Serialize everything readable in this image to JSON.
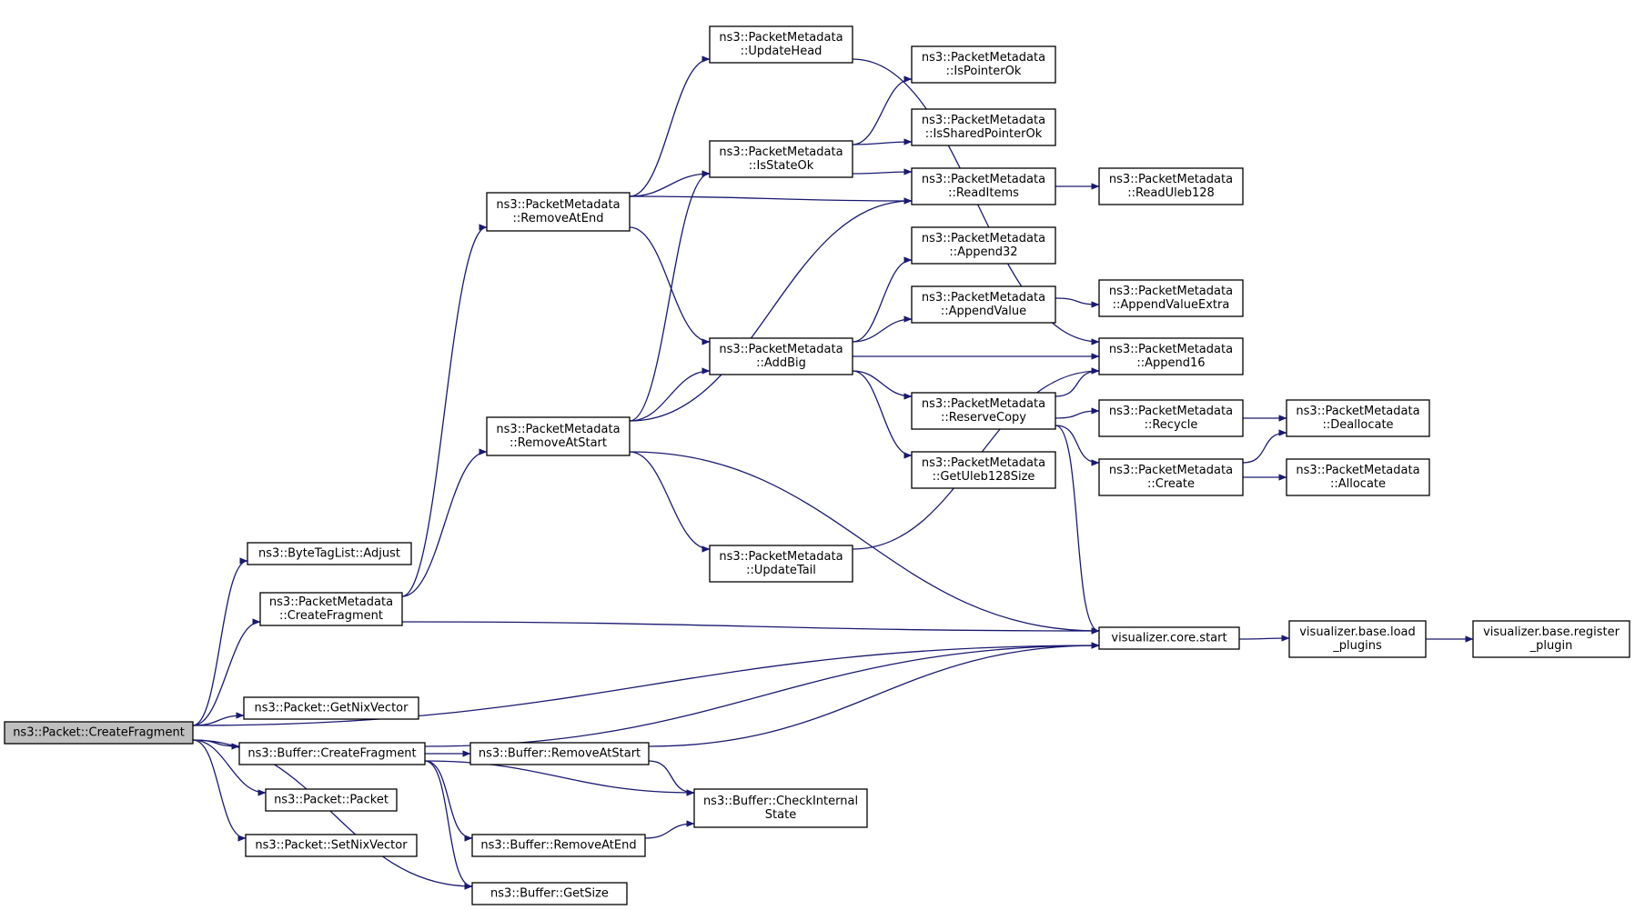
{
  "graph": {
    "edge_color": "#191970",
    "root_fill": "#bfbfbf",
    "nodes": [
      {
        "id": "root",
        "lines": [
          "ns3::Packet::CreateFragment"
        ],
        "root": true
      },
      {
        "id": "btl_adjust",
        "lines": [
          "ns3::ByteTagList::Adjust"
        ]
      },
      {
        "id": "pm_createfragment",
        "lines": [
          "ns3::PacketMetadata",
          "::CreateFragment"
        ]
      },
      {
        "id": "getnix",
        "lines": [
          "ns3::Packet::GetNixVector"
        ]
      },
      {
        "id": "buf_createfragment",
        "lines": [
          "ns3::Buffer::CreateFragment"
        ]
      },
      {
        "id": "packet_packet",
        "lines": [
          "ns3::Packet::Packet"
        ]
      },
      {
        "id": "setnix",
        "lines": [
          "ns3::Packet::SetNixVector"
        ]
      },
      {
        "id": "buf_getsize",
        "lines": [
          "ns3::Buffer::GetSize"
        ]
      },
      {
        "id": "pm_removeatend",
        "lines": [
          "ns3::PacketMetadata",
          "::RemoveAtEnd"
        ]
      },
      {
        "id": "pm_removeatstart",
        "lines": [
          "ns3::PacketMetadata",
          "::RemoveAtStart"
        ]
      },
      {
        "id": "buf_removeatstart",
        "lines": [
          "ns3::Buffer::RemoveAtStart"
        ]
      },
      {
        "id": "buf_removeatend",
        "lines": [
          "ns3::Buffer::RemoveAtEnd"
        ]
      },
      {
        "id": "pm_updatehead",
        "lines": [
          "ns3::PacketMetadata",
          "::UpdateHead"
        ]
      },
      {
        "id": "pm_isstateok",
        "lines": [
          "ns3::PacketMetadata",
          "::IsStateOk"
        ]
      },
      {
        "id": "pm_addbig",
        "lines": [
          "ns3::PacketMetadata",
          "::AddBig"
        ]
      },
      {
        "id": "pm_updatetail",
        "lines": [
          "ns3::PacketMetadata",
          "::UpdateTail"
        ]
      },
      {
        "id": "buf_checkinternal",
        "lines": [
          "ns3::Buffer::CheckInternal",
          "State"
        ]
      },
      {
        "id": "pm_ispointerok",
        "lines": [
          "ns3::PacketMetadata",
          "::IsPointerOk"
        ]
      },
      {
        "id": "pm_issharedpointerok",
        "lines": [
          "ns3::PacketMetadata",
          "::IsSharedPointerOk"
        ]
      },
      {
        "id": "pm_readitems",
        "lines": [
          "ns3::PacketMetadata",
          "::ReadItems"
        ]
      },
      {
        "id": "pm_append32",
        "lines": [
          "ns3::PacketMetadata",
          "::Append32"
        ]
      },
      {
        "id": "pm_appendvalue",
        "lines": [
          "ns3::PacketMetadata",
          "::AppendValue"
        ]
      },
      {
        "id": "pm_reservecopy",
        "lines": [
          "ns3::PacketMetadata",
          "::ReserveCopy"
        ]
      },
      {
        "id": "pm_getuleb128size",
        "lines": [
          "ns3::PacketMetadata",
          "::GetUleb128Size"
        ]
      },
      {
        "id": "pm_readuleb128",
        "lines": [
          "ns3::PacketMetadata",
          "::ReadUleb128"
        ]
      },
      {
        "id": "pm_appendvalueextra",
        "lines": [
          "ns3::PacketMetadata",
          "::AppendValueExtra"
        ]
      },
      {
        "id": "pm_append16",
        "lines": [
          "ns3::PacketMetadata",
          "::Append16"
        ]
      },
      {
        "id": "pm_recycle",
        "lines": [
          "ns3::PacketMetadata",
          "::Recycle"
        ]
      },
      {
        "id": "pm_create",
        "lines": [
          "ns3::PacketMetadata",
          "::Create"
        ]
      },
      {
        "id": "vis_core_start",
        "lines": [
          "visualizer.core.start"
        ]
      },
      {
        "id": "pm_deallocate",
        "lines": [
          "ns3::PacketMetadata",
          "::Deallocate"
        ]
      },
      {
        "id": "pm_allocate",
        "lines": [
          "ns3::PacketMetadata",
          "::Allocate"
        ]
      },
      {
        "id": "vis_load_plugins",
        "lines": [
          "visualizer.base.load",
          "_plugins"
        ]
      },
      {
        "id": "vis_register_plugin",
        "lines": [
          "visualizer.base.register",
          "_plugin"
        ]
      }
    ],
    "edges": [
      [
        "root",
        "btl_adjust"
      ],
      [
        "root",
        "pm_createfragment"
      ],
      [
        "root",
        "vis_core_start"
      ],
      [
        "root",
        "getnix"
      ],
      [
        "root",
        "buf_createfragment"
      ],
      [
        "root",
        "packet_packet"
      ],
      [
        "root",
        "setnix"
      ],
      [
        "root",
        "buf_getsize"
      ],
      [
        "pm_createfragment",
        "pm_removeatend"
      ],
      [
        "pm_createfragment",
        "pm_removeatstart"
      ],
      [
        "pm_createfragment",
        "vis_core_start"
      ],
      [
        "pm_removeatend",
        "pm_updatehead"
      ],
      [
        "pm_removeatend",
        "pm_isstateok"
      ],
      [
        "pm_removeatend",
        "pm_readitems"
      ],
      [
        "pm_removeatend",
        "pm_addbig"
      ],
      [
        "pm_removeatstart",
        "pm_isstateok"
      ],
      [
        "pm_removeatstart",
        "pm_readitems"
      ],
      [
        "pm_removeatstart",
        "pm_addbig"
      ],
      [
        "pm_removeatstart",
        "pm_updatetail"
      ],
      [
        "pm_removeatstart",
        "vis_core_start"
      ],
      [
        "pm_updatehead",
        "pm_append16"
      ],
      [
        "pm_isstateok",
        "pm_ispointerok"
      ],
      [
        "pm_isstateok",
        "pm_issharedpointerok"
      ],
      [
        "pm_isstateok",
        "pm_readitems"
      ],
      [
        "pm_readitems",
        "pm_readuleb128"
      ],
      [
        "pm_addbig",
        "pm_append32"
      ],
      [
        "pm_addbig",
        "pm_appendvalue"
      ],
      [
        "pm_addbig",
        "pm_append16"
      ],
      [
        "pm_addbig",
        "pm_reservecopy"
      ],
      [
        "pm_addbig",
        "pm_getuleb128size"
      ],
      [
        "pm_appendvalue",
        "pm_appendvalueextra"
      ],
      [
        "pm_reservecopy",
        "pm_append16"
      ],
      [
        "pm_reservecopy",
        "pm_recycle"
      ],
      [
        "pm_reservecopy",
        "pm_create"
      ],
      [
        "pm_reservecopy",
        "vis_core_start"
      ],
      [
        "pm_recycle",
        "pm_deallocate"
      ],
      [
        "pm_create",
        "pm_deallocate"
      ],
      [
        "pm_create",
        "pm_allocate"
      ],
      [
        "pm_updatetail",
        "pm_append16"
      ],
      [
        "vis_core_start",
        "vis_load_plugins"
      ],
      [
        "vis_load_plugins",
        "vis_register_plugin"
      ],
      [
        "buf_createfragment",
        "vis_core_start"
      ],
      [
        "buf_createfragment",
        "buf_removeatstart"
      ],
      [
        "buf_createfragment",
        "buf_checkinternal"
      ],
      [
        "buf_createfragment",
        "buf_removeatend"
      ],
      [
        "buf_createfragment",
        "buf_getsize"
      ],
      [
        "buf_removeatstart",
        "vis_core_start"
      ],
      [
        "buf_removeatstart",
        "buf_checkinternal"
      ],
      [
        "buf_removeatend",
        "buf_checkinternal"
      ]
    ]
  }
}
